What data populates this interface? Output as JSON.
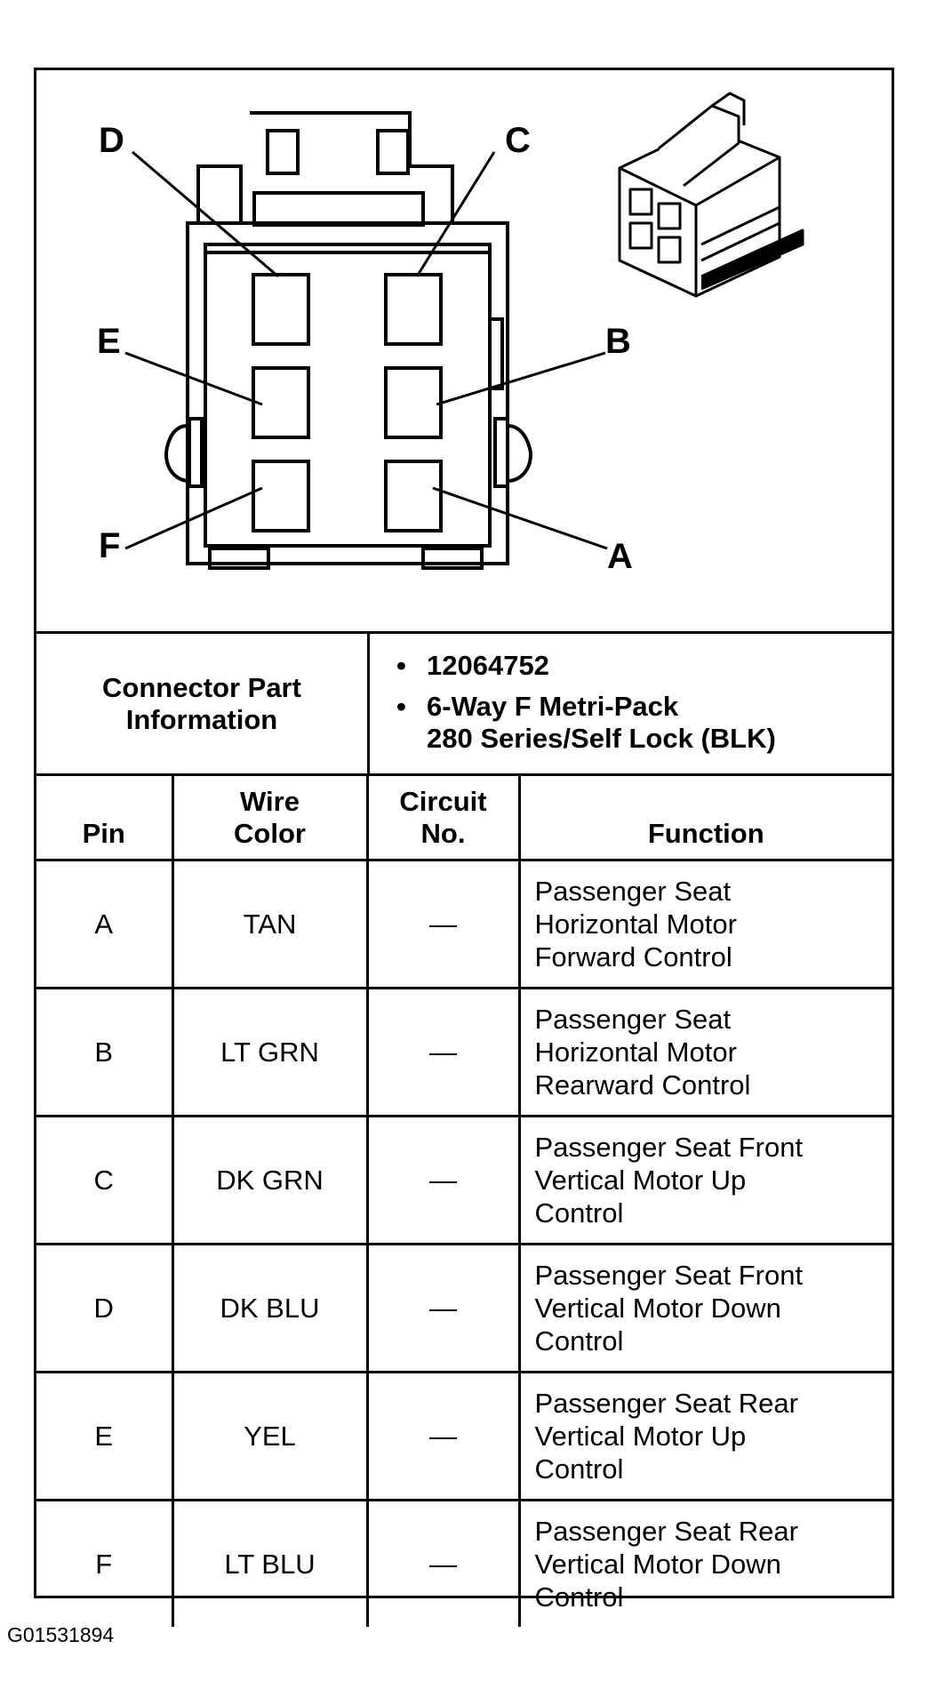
{
  "diagram": {
    "pin_labels": [
      "A",
      "B",
      "C",
      "D",
      "E",
      "F"
    ],
    "connector_icon": "connector-3d-icon"
  },
  "connector_info": {
    "label_line1": "Connector Part",
    "label_line2": "Information",
    "part_number": "12064752",
    "description_line1": "6-Way F Metri-Pack",
    "description_line2": "280 Series/Self Lock (BLK)",
    "bullet": "•"
  },
  "table": {
    "headers": {
      "pin": "Pin",
      "wire_color_line1": "Wire",
      "wire_color_line2": "Color",
      "circuit_line1": "Circuit",
      "circuit_line2": "No.",
      "function": "Function"
    },
    "rows": [
      {
        "pin": "A",
        "wire_color": "TAN",
        "circuit": "—",
        "function": [
          "Passenger Seat",
          "Horizontal Motor",
          "Forward Control"
        ]
      },
      {
        "pin": "B",
        "wire_color": "LT GRN",
        "circuit": "—",
        "function": [
          "Passenger Seat",
          "Horizontal Motor",
          "Rearward Control"
        ]
      },
      {
        "pin": "C",
        "wire_color": "DK GRN",
        "circuit": "—",
        "function": [
          "Passenger Seat Front",
          "Vertical Motor Up",
          "Control"
        ]
      },
      {
        "pin": "D",
        "wire_color": "DK BLU",
        "circuit": "—",
        "function": [
          "Passenger Seat Front",
          "Vertical Motor Down",
          "Control"
        ]
      },
      {
        "pin": "E",
        "wire_color": "YEL",
        "circuit": "—",
        "function": [
          "Passenger Seat Rear",
          "Vertical Motor Up",
          "Control"
        ]
      },
      {
        "pin": "F",
        "wire_color": "LT BLU",
        "circuit": "—",
        "function": [
          "Passenger Seat Rear",
          "Vertical Motor Down",
          "Control"
        ]
      }
    ]
  },
  "figure_id": "G01531894"
}
